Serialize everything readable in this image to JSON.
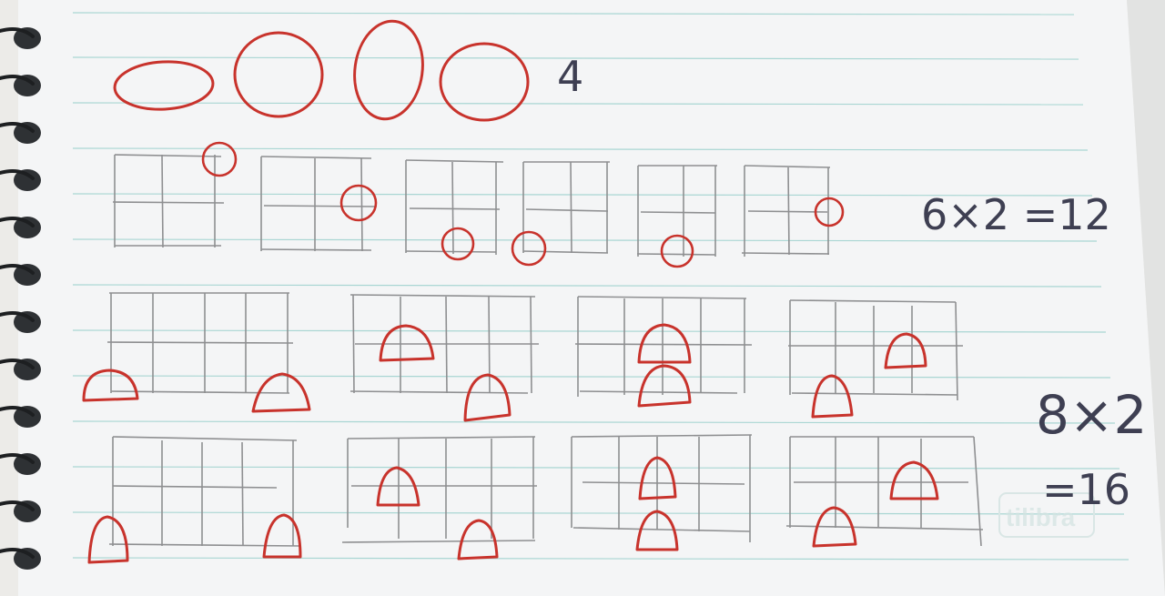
{
  "photo": {
    "subject": "notebook page with pencil grids and red circles / half-dome shapes",
    "colors": {
      "paper": "#f4f5f6",
      "ruling": "#a9d6d3",
      "pencil": "#8e8f91",
      "red_ink": "#c8332c",
      "writing": "#3e3f52",
      "spiral": "#2e3134"
    }
  },
  "handwriting": {
    "count_top": "4",
    "equation_first": "6×2 =12",
    "equation_second_top": "8×2",
    "equation_second_bottom": "=16"
  },
  "watermark": {
    "text": "tilibra"
  }
}
